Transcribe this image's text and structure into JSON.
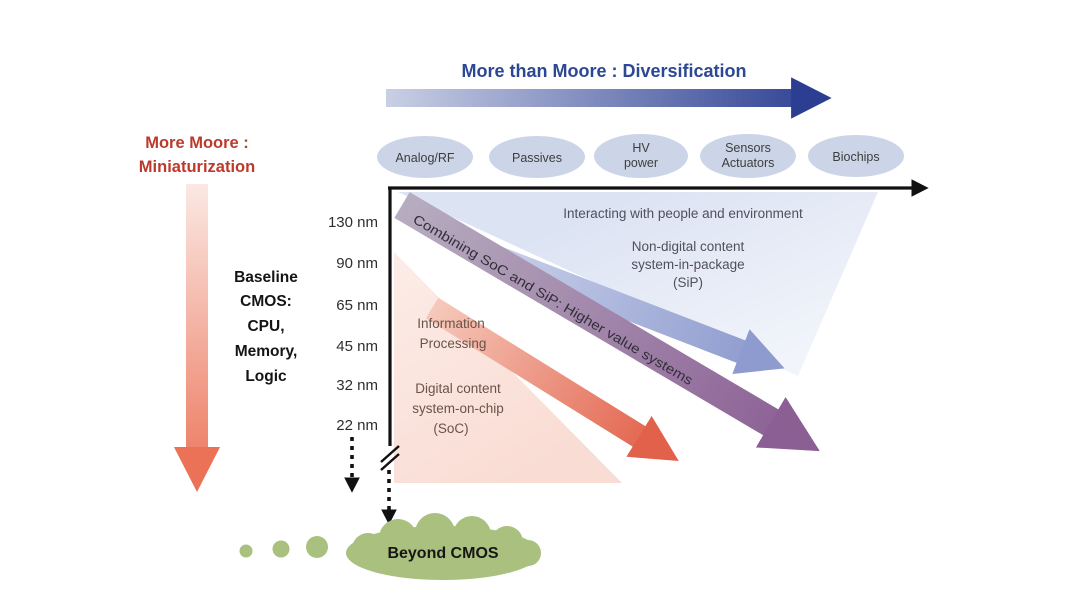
{
  "diagram": {
    "top": {
      "title": "More than Moore : Diversification"
    },
    "left": {
      "title_line1": "More Moore :",
      "title_line2": "Miniaturization",
      "baseline_lines": [
        "Baseline",
        "CMOS:",
        "CPU,",
        "Memory,",
        "Logic"
      ]
    },
    "axis": {
      "nodes": [
        "130 nm",
        "90 nm",
        "65 nm",
        "45 nm",
        "32 nm",
        "22 nm"
      ]
    },
    "categories": {
      "analog_rf": "Analog/RF",
      "passives": "Passives",
      "hv_line1": "HV",
      "hv_line2": "power",
      "sensors_line1": "Sensors",
      "sensors_line2": "Actuators",
      "biochips": "Biochips"
    },
    "regions": {
      "combining_label": "Combining SoC and SiP: Higher value systems",
      "sip": {
        "interacting": "Interacting with people and environment",
        "line1": "Non-digital content",
        "line2": "system-in-package",
        "line3": "(SiP)"
      },
      "soc": {
        "line1": "Information",
        "line2": "Processing",
        "line3": "Digital content",
        "line4": "system-on-chip",
        "line5": "(SoC)"
      }
    },
    "beyond": {
      "label": "Beyond CMOS"
    },
    "colors": {
      "title_blue": "#2c4895",
      "title_red": "#bb3a2c",
      "arrow_blue_end": "#2b3e92",
      "arrow_red_end": "#ec7257",
      "ellipse_fill": "#ccd5e8",
      "purple_arrow_end": "#8b5e94",
      "sip_arrow_end": "#8e9bce",
      "soc_arrow_end": "#e2614a",
      "cloud_green": "#a9c07f"
    }
  }
}
